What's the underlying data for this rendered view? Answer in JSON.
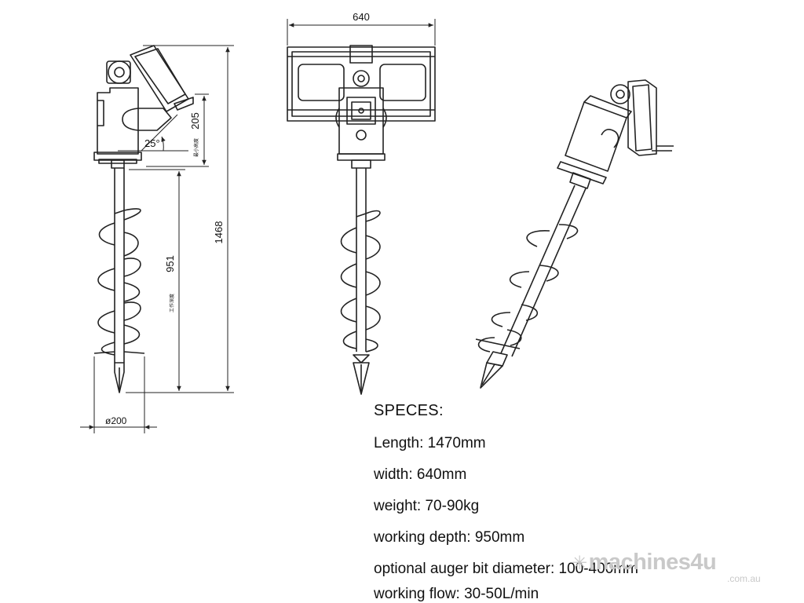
{
  "dimensions": {
    "top_width": "640",
    "total_height": "1468",
    "head_height": "205",
    "tilt_angle": "25°",
    "working_depth": "951",
    "bit_diameter": "ø200",
    "cn_label_head": "最小高度",
    "cn_label_depth": "工作深度"
  },
  "specs": {
    "title": "SPECES:",
    "lines": [
      "Length: 1470mm",
      "width: 640mm",
      "weight: 70-90kg",
      "working depth: 950mm",
      "optional auger bit diameter: 100-400mm",
      "working flow: 30-50L/min"
    ]
  },
  "watermark": {
    "name": "machines4u",
    "domain": ".com.au",
    "icon": "star-burst-icon"
  },
  "colors": {
    "line": "#222222",
    "watermark": "#c9c9c9"
  }
}
